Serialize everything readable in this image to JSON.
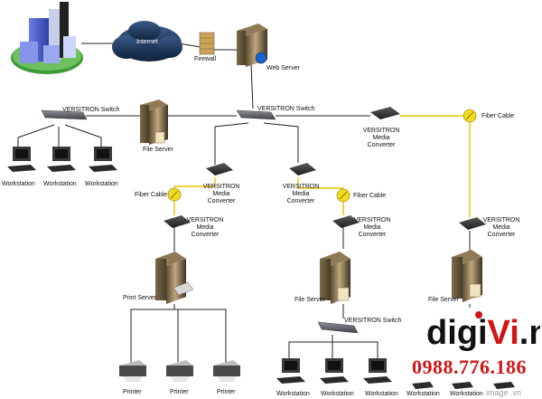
{
  "cloud_label": "Internet",
  "firewall_label": "Firewall",
  "web_server_label": "Web Server",
  "main_switch_label": "VERSITRON Switch",
  "left_switch_label": "VERSITRON Switch",
  "bottom_switch_label": "VERSITRON Switch",
  "file_server_top_label": "File Server",
  "file_server_mid_label": "File Server",
  "file_server_right_label": "File Server",
  "print_server_label": "Print Server",
  "fiber_cable_label": "Fiber Cable",
  "media_converter_label": "VERSITRON\nMedia\nConverter",
  "workstation_label": "Workstation",
  "printer_label": "Printer",
  "brand": {
    "text_a": "digi",
    "text_b": "Vi",
    "text_c": ".net",
    "phone": "0988.776.186",
    "watermark": "image .vn"
  },
  "colors": {
    "cable": "#222222",
    "fiber": "#e8c400",
    "brand_red": "#d21414",
    "brand_black": "#111111"
  }
}
